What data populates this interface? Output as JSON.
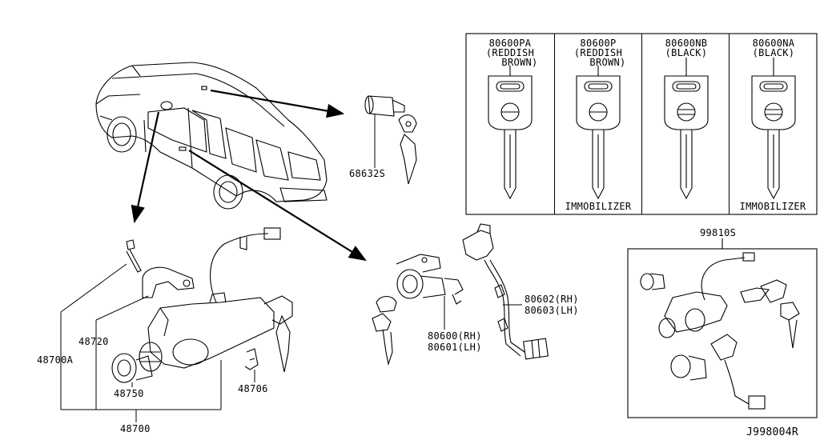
{
  "parts": {
    "car": "",
    "door_lock": "68632S",
    "door_lock_assembly": [
      "80600(RH)",
      "80601(LH)"
    ],
    "wiring_harness": [
      "80602(RH)",
      "80603(LH)"
    ],
    "ignition_switch_assembly": "48700",
    "steering_lock_set": "48700A",
    "bracket": "48720",
    "key_cylinder": "48750",
    "clip": "48706",
    "kit": "99810S"
  },
  "keys": [
    {
      "code": "80600PA",
      "desc": [
        "(REDDISH",
        "BROWN)"
      ],
      "note": ""
    },
    {
      "code": "80600P",
      "desc": [
        "(REDDISH",
        "BROWN)"
      ],
      "note": "IMMOBILIZER"
    },
    {
      "code": "80600NB",
      "desc": [
        "(BLACK)"
      ],
      "note": ""
    },
    {
      "code": "80600NA",
      "desc": [
        "(BLACK)"
      ],
      "note": "IMMOBILIZER"
    }
  ],
  "diagram_id": "J998004R"
}
